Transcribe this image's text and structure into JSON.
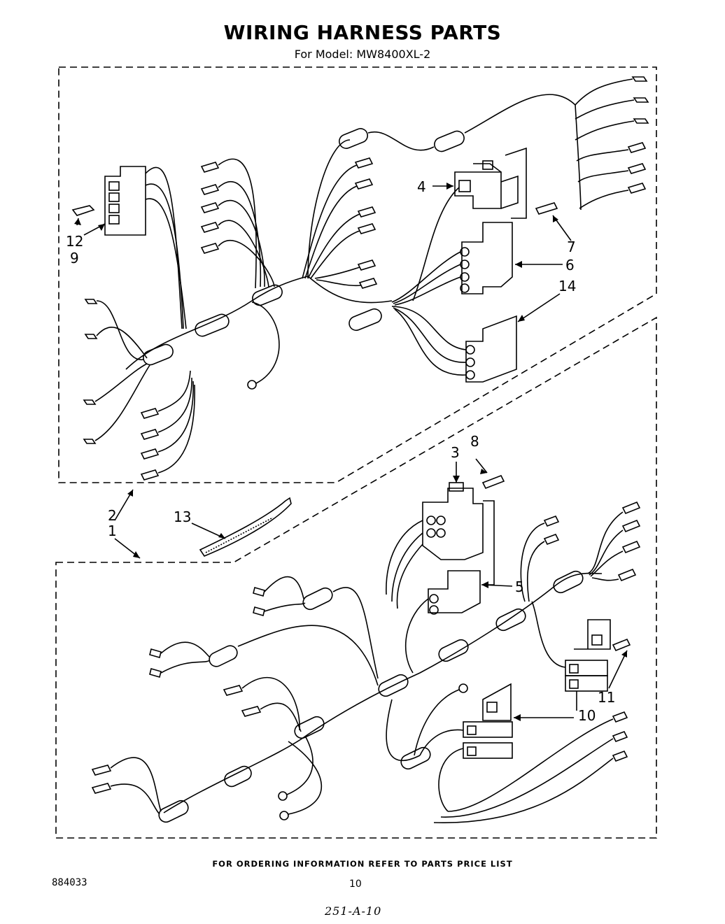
{
  "header": {
    "title": "WIRING HARNESS PARTS",
    "subtitle": "For Model: MW8400XL-2"
  },
  "callouts": {
    "c1": "1",
    "c2": "2",
    "c3": "3",
    "c4": "4",
    "c5": "5",
    "c6": "6",
    "c7": "7",
    "c8": "8",
    "c9": "9",
    "c10": "10",
    "c11": "11",
    "c12": "12",
    "c13": "13",
    "c14": "14"
  },
  "footer": {
    "ordering_note": "FOR ORDERING INFORMATION REFER TO PARTS PRICE LIST",
    "doc_number": "884033",
    "page_number": "10",
    "handwritten_ref": "251-A-10"
  }
}
